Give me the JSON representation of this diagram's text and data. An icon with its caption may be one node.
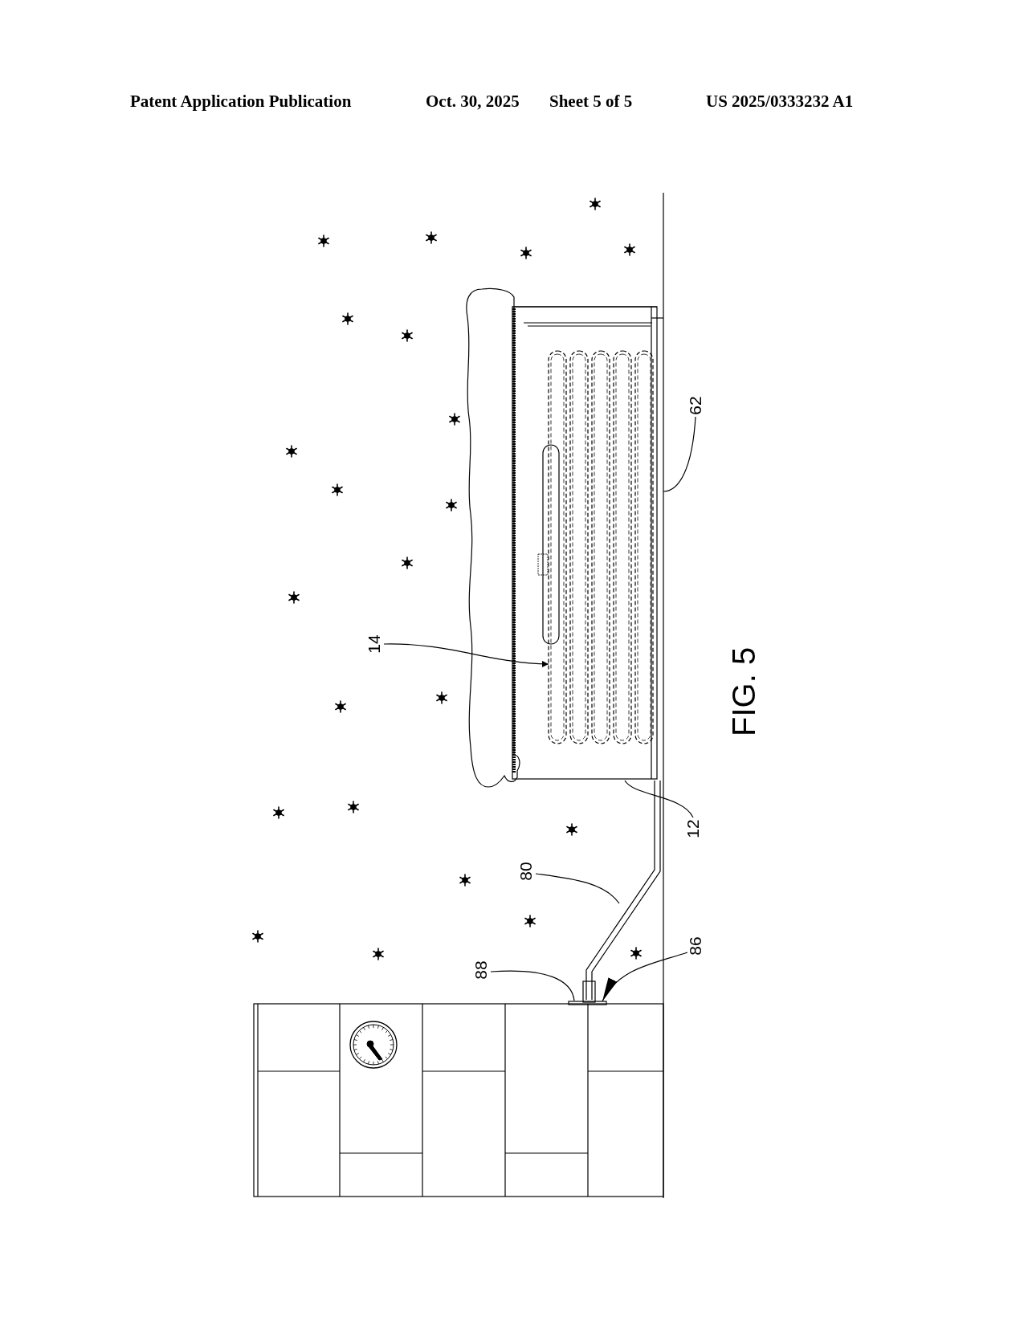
{
  "diagram": {
    "caption": "FIG. 5",
    "nodes": [
      {
        "text": [
          "62"
        ]
      },
      {
        "text": [
          "14"
        ]
      },
      {
        "text": [
          "12"
        ]
      },
      {
        "text": [
          "80"
        ]
      },
      {
        "text": [
          "86"
        ]
      },
      {
        "text": [
          "88"
        ]
      }
    ],
    "edges": [
      {
        "from": 0,
        "to": null,
        "arrow": "none"
      },
      {
        "from": 1,
        "to": null,
        "arrow": "to"
      },
      {
        "from": 2,
        "to": null,
        "arrow": "none"
      },
      {
        "from": 3,
        "to": null,
        "arrow": "none"
      },
      {
        "from": 4,
        "to": null,
        "arrow": "to"
      },
      {
        "from": 5,
        "to": null,
        "arrow": "none"
      }
    ],
    "labels": [
      "Patent Application Publication",
      "Oct. 30, 2025",
      "Sheet 5 of 5",
      "US 2025/0333232 A1"
    ]
  }
}
